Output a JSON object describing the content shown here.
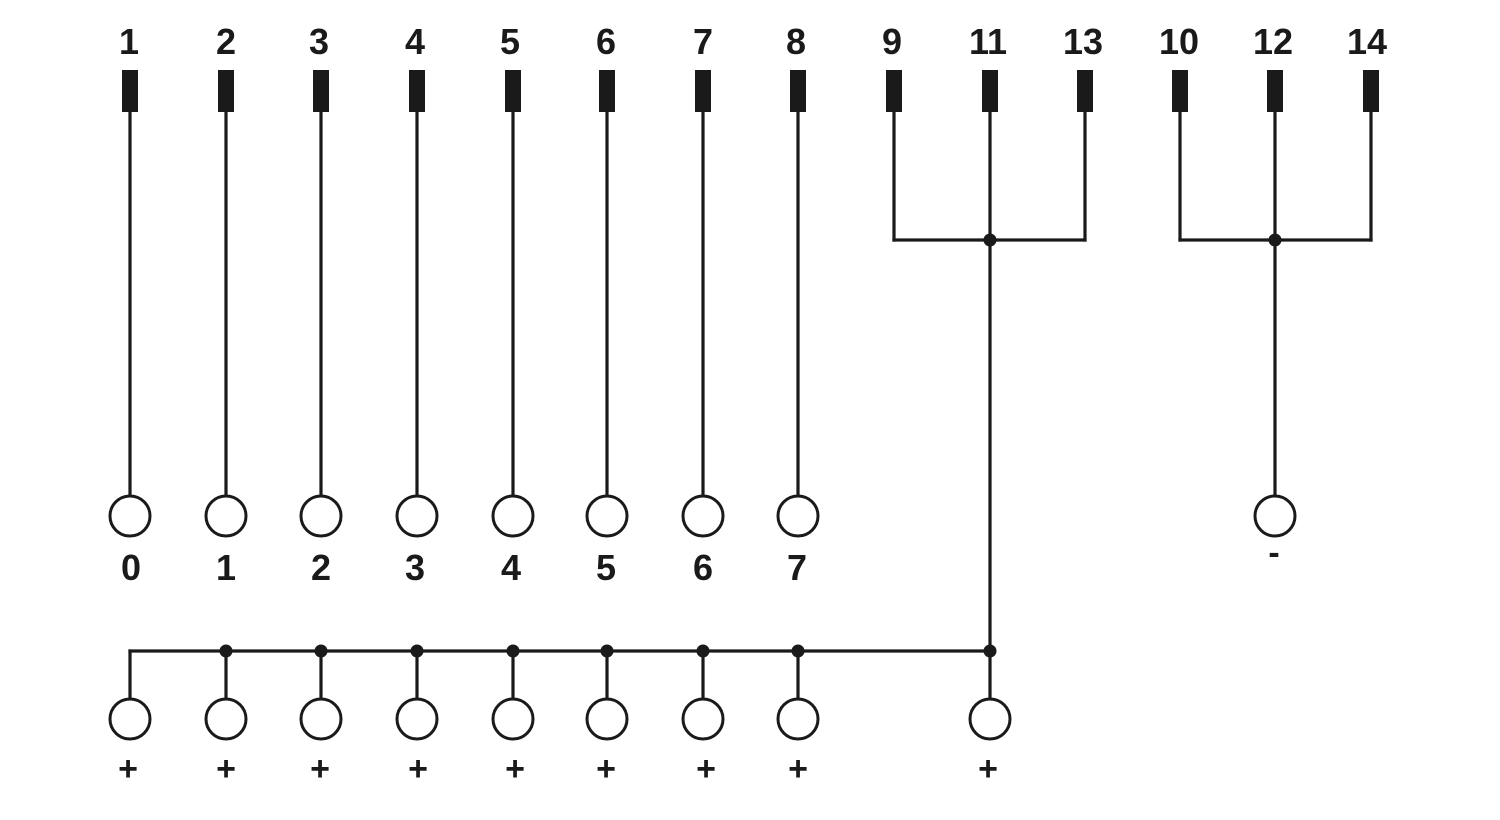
{
  "diagram": {
    "top_pins": [
      "1",
      "2",
      "3",
      "4",
      "5",
      "6",
      "7",
      "8",
      "9",
      "11",
      "13",
      "10",
      "12",
      "14"
    ],
    "channel_terminals": [
      "0",
      "1",
      "2",
      "3",
      "4",
      "5",
      "6",
      "7"
    ],
    "minus_terminal": "-",
    "plus_terminals": [
      "+",
      "+",
      "+",
      "+",
      "+",
      "+",
      "+",
      "+",
      "+"
    ],
    "colors": {
      "line": "#1a1a1a",
      "background": "#ffffff"
    }
  }
}
